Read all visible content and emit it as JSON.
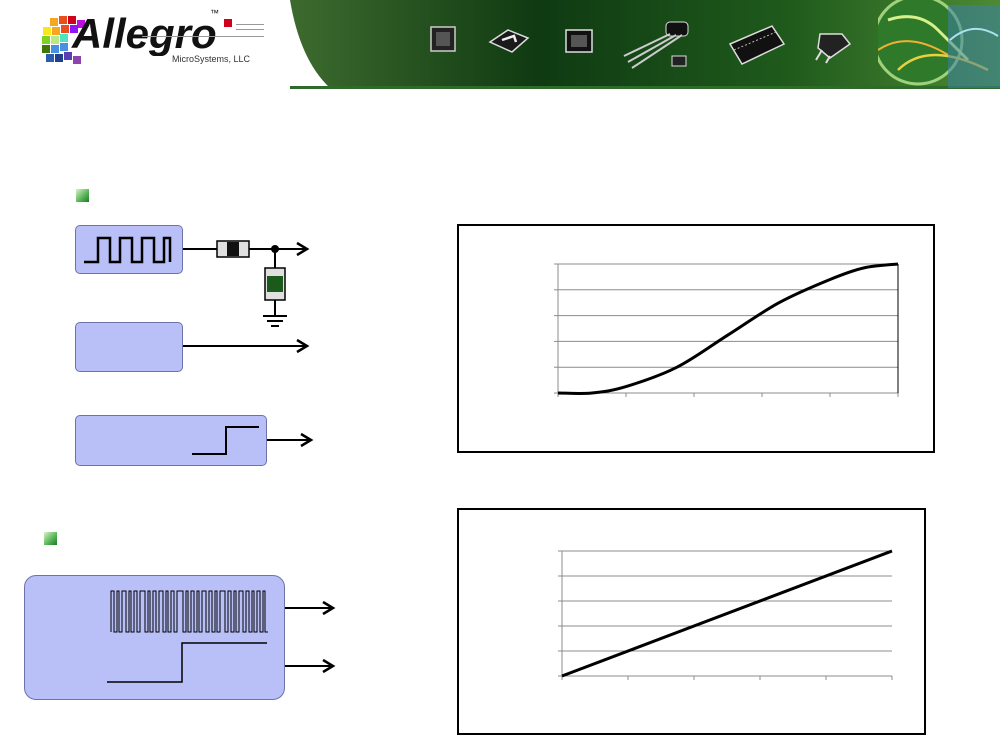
{
  "brand": {
    "name": "Allegro",
    "trademark": "™",
    "subtitle": "MicroSystems, LLC"
  },
  "colors": {
    "block_fill": "#b9bff7",
    "block_border": "#6d73a8",
    "header_green": "#1f4a1f",
    "accent_bullet": "#3a9a3a",
    "fuse_green": "#1c5a1c"
  },
  "icons": [
    "qfn-chip-icon",
    "sip-package-icon",
    "soic-chip-icon",
    "to92-transistor-icon",
    "tssop-chip-icon",
    "dpak-transistor-icon",
    "globe-icon"
  ],
  "chart_data": [
    {
      "type": "line",
      "x": [
        0,
        0.1,
        0.2,
        0.35,
        0.5,
        0.65,
        0.8,
        0.9,
        1.0
      ],
      "series": [
        {
          "values": [
            0,
            0.0,
            0.05,
            0.2,
            0.45,
            0.7,
            0.88,
            0.97,
            1.0
          ]
        }
      ],
      "xlim": [
        0,
        1
      ],
      "ylim": [
        0,
        1
      ],
      "x_ticks": 5,
      "y_ticks": 5,
      "grid": "horizontal"
    },
    {
      "type": "line",
      "x": [
        0,
        1
      ],
      "series": [
        {
          "values": [
            0,
            1
          ]
        }
      ],
      "xlim": [
        0,
        1
      ],
      "ylim": [
        0,
        1
      ],
      "x_ticks": 5,
      "y_ticks": 5,
      "grid": "horizontal"
    }
  ]
}
